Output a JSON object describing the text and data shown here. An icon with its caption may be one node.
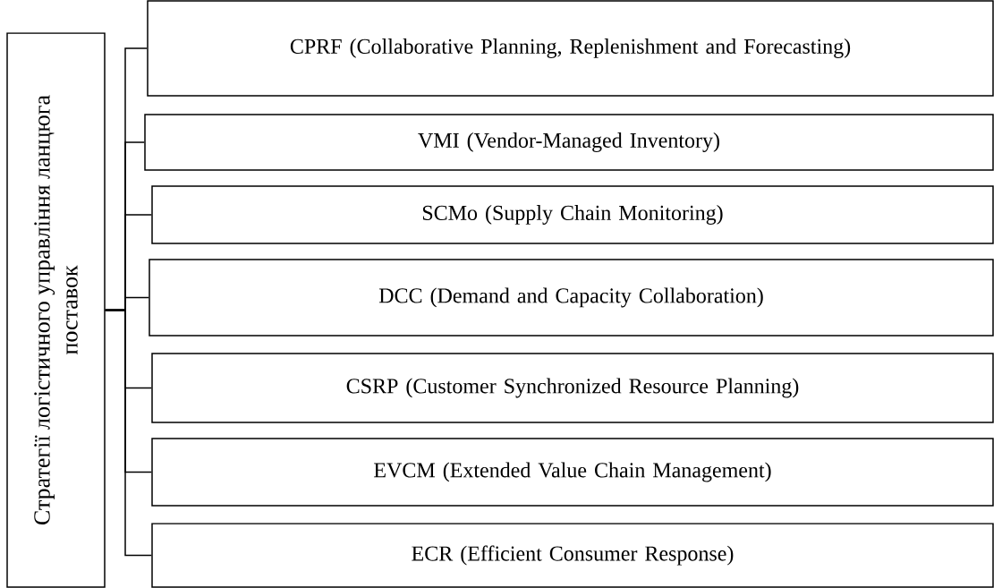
{
  "diagram": {
    "nodes": [
      {
        "text": [
          "Стратегії логістичного управління ланцюга поставок"
        ]
      },
      {
        "text": [
          "CPRF (Collaborative Planning, Replenishment and Forecasting)"
        ]
      },
      {
        "text": [
          "VMI (Vendor-Managed Inventory)"
        ]
      },
      {
        "text": [
          "SCMo (Supply Chain Monitoring)"
        ]
      },
      {
        "text": [
          "DCC (Demand and Capacity Collaboration)"
        ]
      },
      {
        "text": [
          "CSRP (Customer Synchronized Resource Planning)"
        ]
      },
      {
        "text": [
          "EVCM (Extended Value Chain Management)"
        ]
      },
      {
        "text": [
          "ECR (Efficient Consumer Response)"
        ]
      }
    ],
    "edges": [
      {
        "from": 0,
        "to": 1,
        "arrow": "none"
      },
      {
        "from": 0,
        "to": 2,
        "arrow": "none"
      },
      {
        "from": 0,
        "to": 3,
        "arrow": "none"
      },
      {
        "from": 0,
        "to": 4,
        "arrow": "none"
      },
      {
        "from": 0,
        "to": 5,
        "arrow": "none"
      },
      {
        "from": 0,
        "to": 6,
        "arrow": "none"
      },
      {
        "from": 0,
        "to": 7,
        "arrow": "none"
      }
    ]
  }
}
